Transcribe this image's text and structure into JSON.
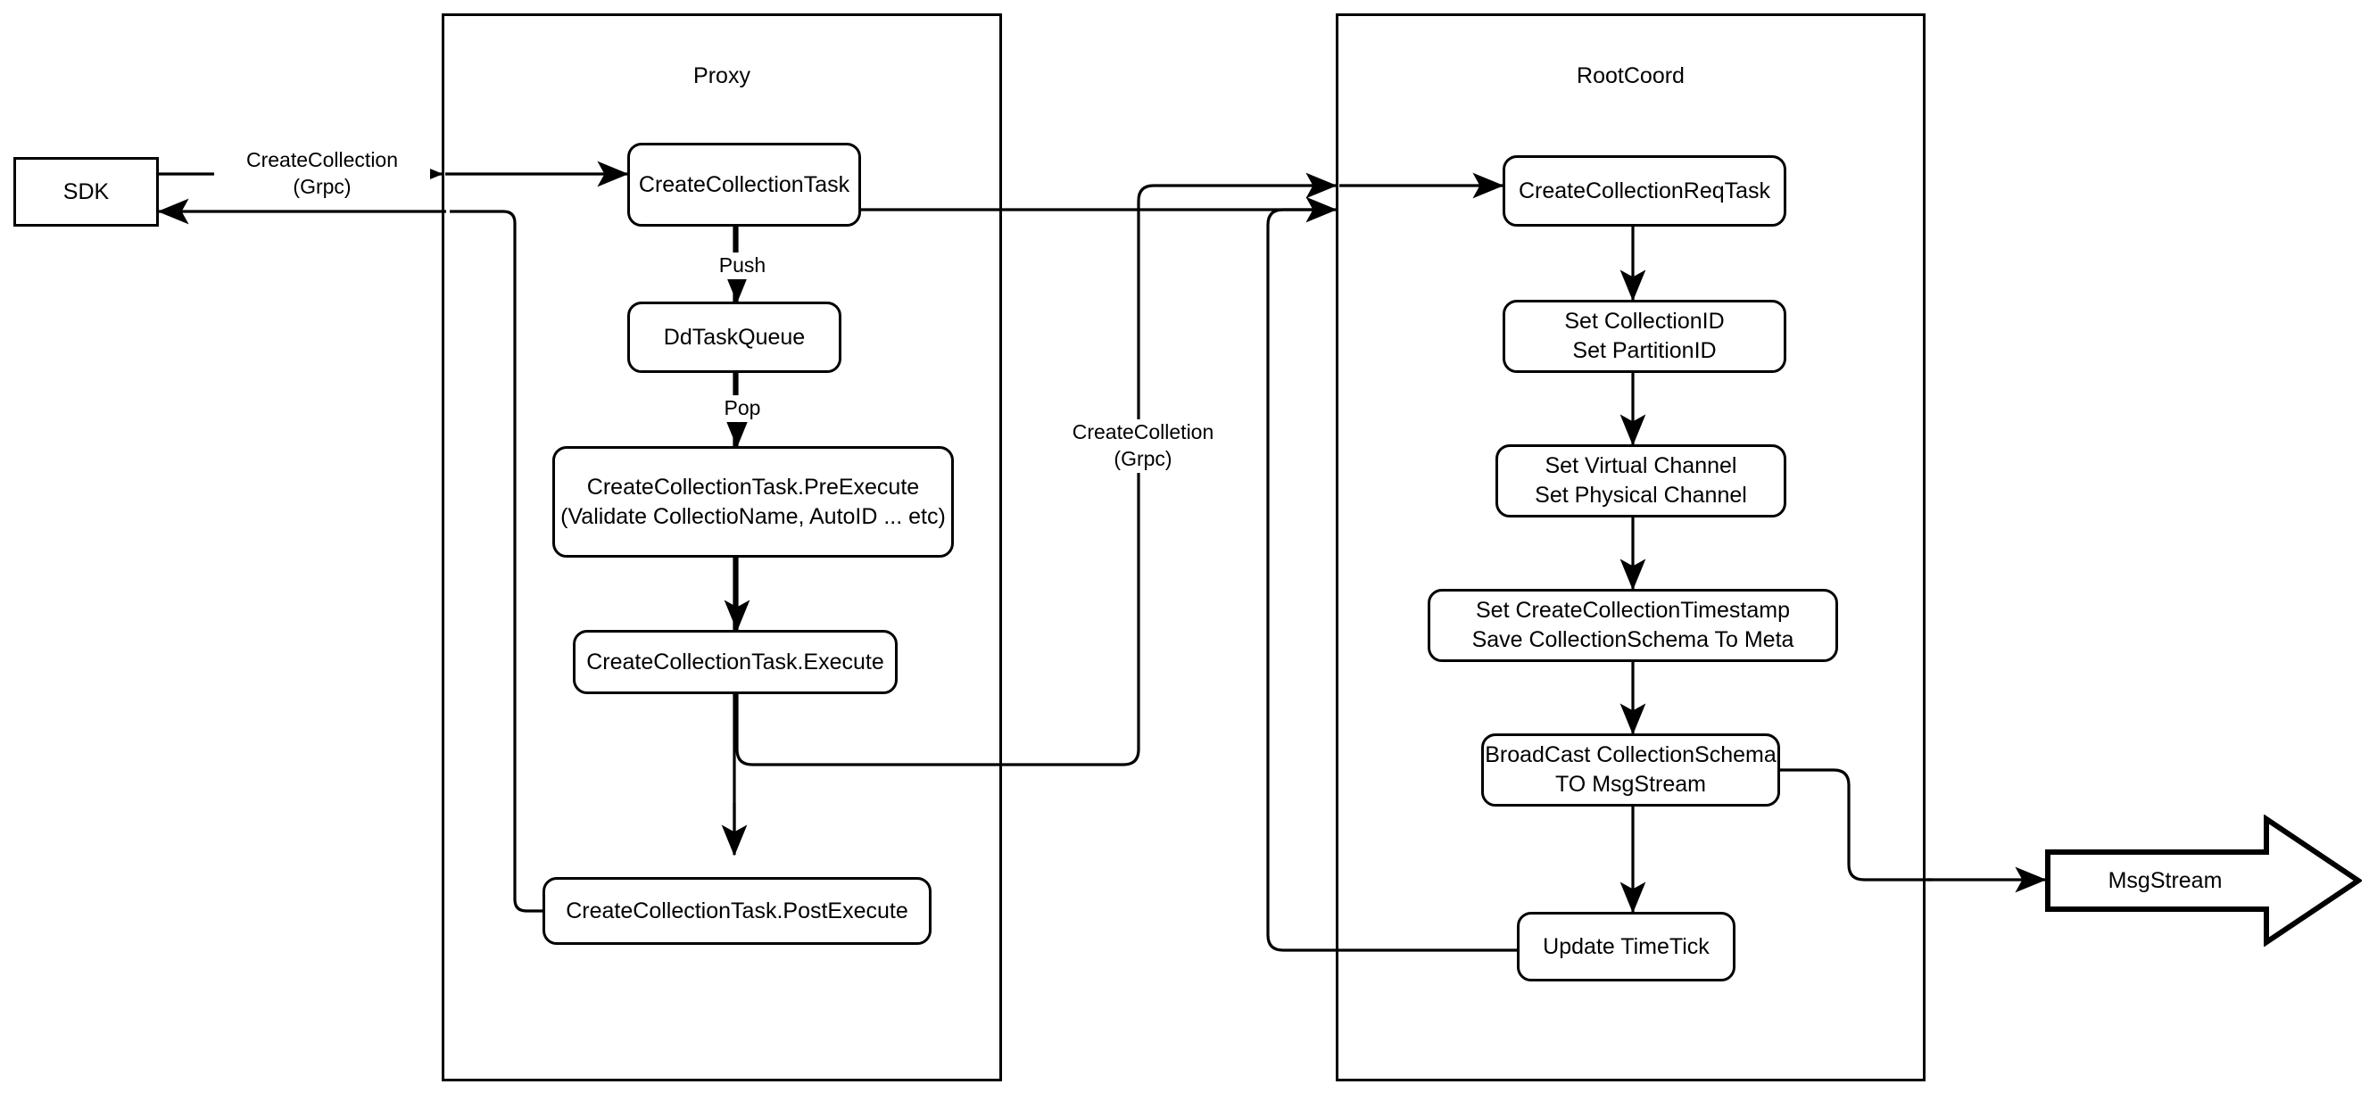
{
  "diagram": {
    "title_nodes": [
      "Proxy",
      "RootCoord"
    ],
    "containers": [
      {
        "id": "proxy",
        "label": "Proxy"
      },
      {
        "id": "rootcoord",
        "label": "RootCoord"
      }
    ],
    "external_nodes": [
      {
        "id": "sdk",
        "label": "SDK",
        "shape": "rectangle"
      },
      {
        "id": "msgstream",
        "label": "MsgStream",
        "shape": "block-arrow"
      }
    ],
    "proxy_nodes": [
      {
        "id": "create-collection-task",
        "label": "CreateCollectionTask"
      },
      {
        "id": "dd-task-queue",
        "label": "DdTaskQueue"
      },
      {
        "id": "pre-execute",
        "label": "CreateCollectionTask.PreExecute\n(Validate CollectioName, AutoID ... etc)"
      },
      {
        "id": "execute",
        "label": "CreateCollectionTask.Execute"
      },
      {
        "id": "post-execute",
        "label": "CreateCollectionTask.PostExecute"
      }
    ],
    "rootcoord_nodes": [
      {
        "id": "create-collection-req-task",
        "label": "CreateCollectionReqTask"
      },
      {
        "id": "set-ids",
        "label": "Set CollectionID\nSet PartitionID"
      },
      {
        "id": "set-channels",
        "label": "Set Virtual Channel\nSet Physical Channel"
      },
      {
        "id": "set-timestamp",
        "label": "Set CreateCollectionTimestamp\nSave CollectionSchema To Meta"
      },
      {
        "id": "broadcast",
        "label": "BroadCast CollectionSchema\nTO MsgStream"
      },
      {
        "id": "update-timetick",
        "label": "Update TimeTick"
      }
    ],
    "edge_labels": [
      {
        "id": "sdk-to-proxy",
        "label": "CreateCollection\n(Grpc)"
      },
      {
        "id": "push",
        "label": "Push"
      },
      {
        "id": "pop",
        "label": "Pop"
      },
      {
        "id": "proxy-to-rootcoord",
        "label": "CreateColletion\n(Grpc)"
      }
    ],
    "colors": {
      "stroke": "#000000",
      "background": "#ffffff",
      "text": "#000000"
    }
  }
}
